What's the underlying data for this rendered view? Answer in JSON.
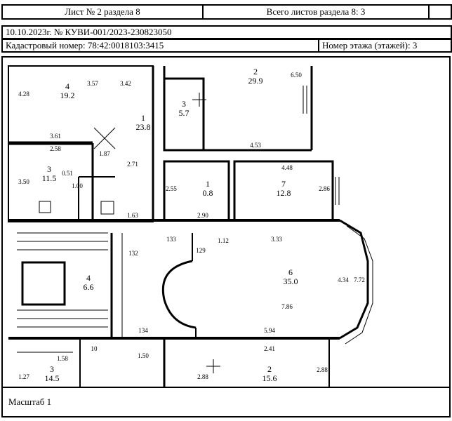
{
  "header": {
    "sheet": "Лист № 2 раздела 8",
    "total": "Всего листов раздела 8: 3",
    "date_ref": "10.10.2023г. № КУВИ-001/2023-230823050",
    "cadastral": "Кадастровый номер: 78:42:0018103:3415",
    "floor": "Номер этажа (этажей): 3"
  },
  "plan": {
    "rooms": [
      {
        "num": "4",
        "area": "19.2"
      },
      {
        "num": "2",
        "area": "29.9"
      },
      {
        "num": "1",
        "area": "23.8"
      },
      {
        "num": "3",
        "area": "5.7"
      },
      {
        "num": "3",
        "area": "11.5"
      },
      {
        "num": "1",
        "area": "0.8"
      },
      {
        "num": "7",
        "area": "12.8"
      },
      {
        "num": "4",
        "area": "6.6"
      },
      {
        "num": "6",
        "area": "35.0"
      },
      {
        "num": "3",
        "area": "14.5"
      },
      {
        "num": "2",
        "area": "15.6"
      }
    ],
    "dims": [
      "4.28",
      "3.57",
      "3.42",
      "3.61",
      "2.58",
      "1.87",
      "2.71",
      "3.50",
      "0.51",
      "1.00",
      "1.63",
      "2.55",
      "2.90",
      "4.53",
      "4.48",
      "2.86",
      "6.50",
      "132",
      "133",
      "129",
      "1.12",
      "3.33",
      "4.34",
      "7.86",
      "7.72",
      "134",
      "5.94",
      "2.41",
      "1.50",
      "1.58",
      "2.88",
      "2.88",
      "1.27",
      "10"
    ],
    "scale": "Масштаб 1"
  }
}
